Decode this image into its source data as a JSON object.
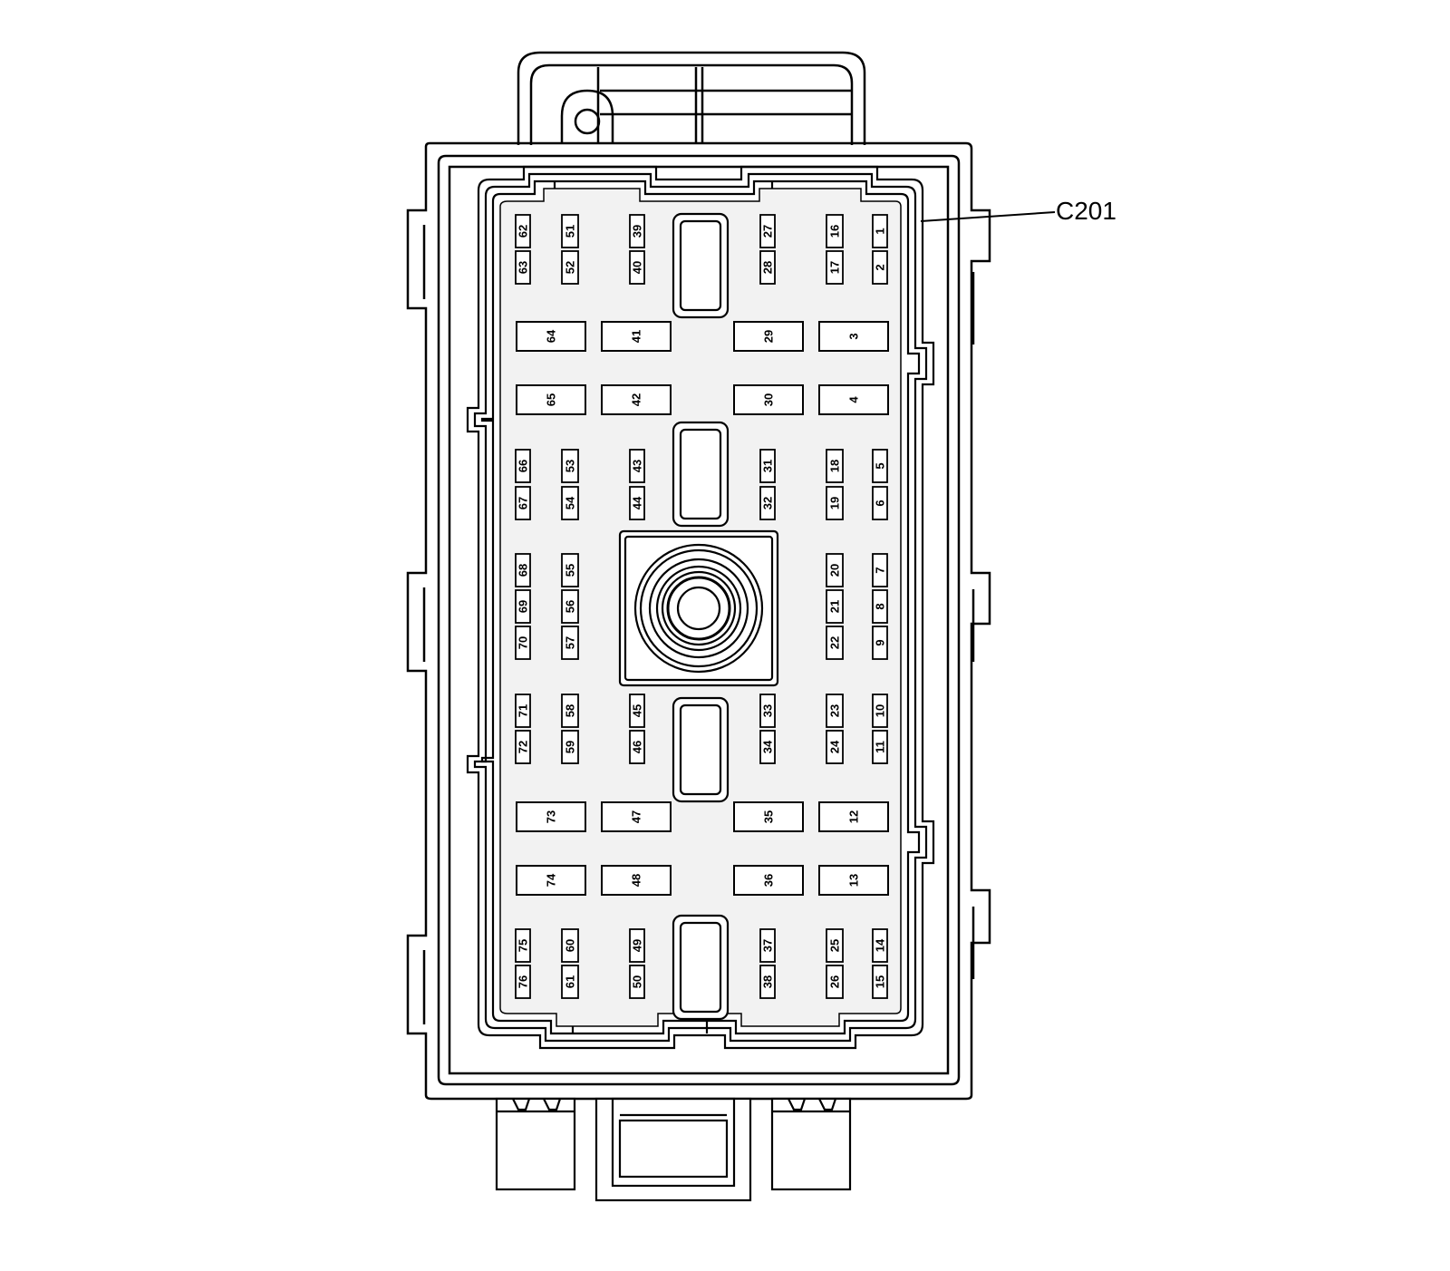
{
  "connector": {
    "callout_label": "C201"
  },
  "terminals_small": [
    {
      "label": "62",
      "col": 0,
      "row": 0
    },
    {
      "label": "63",
      "col": 0,
      "row": 1
    },
    {
      "label": "51",
      "col": 1,
      "row": 0
    },
    {
      "label": "52",
      "col": 1,
      "row": 1
    },
    {
      "label": "39",
      "col": 2,
      "row": 0
    },
    {
      "label": "40",
      "col": 2,
      "row": 1
    },
    {
      "label": "27",
      "col": 3,
      "row": 0
    },
    {
      "label": "28",
      "col": 3,
      "row": 1
    },
    {
      "label": "16",
      "col": 4,
      "row": 0
    },
    {
      "label": "17",
      "col": 4,
      "row": 1
    },
    {
      "label": "1",
      "col": 5,
      "row": 0
    },
    {
      "label": "2",
      "col": 5,
      "row": 1
    },
    {
      "label": "66",
      "col": 0,
      "row": 2
    },
    {
      "label": "67",
      "col": 0,
      "row": 3
    },
    {
      "label": "53",
      "col": 1,
      "row": 2
    },
    {
      "label": "54",
      "col": 1,
      "row": 3
    },
    {
      "label": "43",
      "col": 2,
      "row": 2
    },
    {
      "label": "44",
      "col": 2,
      "row": 3
    },
    {
      "label": "31",
      "col": 3,
      "row": 2
    },
    {
      "label": "32",
      "col": 3,
      "row": 3
    },
    {
      "label": "18",
      "col": 4,
      "row": 2
    },
    {
      "label": "19",
      "col": 4,
      "row": 3
    },
    {
      "label": "5",
      "col": 5,
      "row": 2
    },
    {
      "label": "6",
      "col": 5,
      "row": 3
    },
    {
      "label": "68",
      "col": 0,
      "row": 4
    },
    {
      "label": "69",
      "col": 0,
      "row": 5
    },
    {
      "label": "70",
      "col": 0,
      "row": 6
    },
    {
      "label": "55",
      "col": 1,
      "row": 4
    },
    {
      "label": "56",
      "col": 1,
      "row": 5
    },
    {
      "label": "57",
      "col": 1,
      "row": 6
    },
    {
      "label": "20",
      "col": 4,
      "row": 4
    },
    {
      "label": "21",
      "col": 4,
      "row": 5
    },
    {
      "label": "22",
      "col": 4,
      "row": 6
    },
    {
      "label": "7",
      "col": 5,
      "row": 4
    },
    {
      "label": "8",
      "col": 5,
      "row": 5
    },
    {
      "label": "9",
      "col": 5,
      "row": 6
    },
    {
      "label": "71",
      "col": 0,
      "row": 7
    },
    {
      "label": "72",
      "col": 0,
      "row": 8
    },
    {
      "label": "58",
      "col": 1,
      "row": 7
    },
    {
      "label": "59",
      "col": 1,
      "row": 8
    },
    {
      "label": "45",
      "col": 2,
      "row": 7
    },
    {
      "label": "46",
      "col": 2,
      "row": 8
    },
    {
      "label": "33",
      "col": 3,
      "row": 7
    },
    {
      "label": "34",
      "col": 3,
      "row": 8
    },
    {
      "label": "23",
      "col": 4,
      "row": 7
    },
    {
      "label": "24",
      "col": 4,
      "row": 8
    },
    {
      "label": "10",
      "col": 5,
      "row": 7
    },
    {
      "label": "11",
      "col": 5,
      "row": 8
    },
    {
      "label": "75",
      "col": 0,
      "row": 9
    },
    {
      "label": "76",
      "col": 0,
      "row": 10
    },
    {
      "label": "60",
      "col": 1,
      "row": 9
    },
    {
      "label": "61",
      "col": 1,
      "row": 10
    },
    {
      "label": "49",
      "col": 2,
      "row": 9
    },
    {
      "label": "50",
      "col": 2,
      "row": 10
    },
    {
      "label": "37",
      "col": 3,
      "row": 9
    },
    {
      "label": "38",
      "col": 3,
      "row": 10
    },
    {
      "label": "25",
      "col": 4,
      "row": 9
    },
    {
      "label": "26",
      "col": 4,
      "row": 10
    },
    {
      "label": "14",
      "col": 5,
      "row": 9
    },
    {
      "label": "15",
      "col": 5,
      "row": 10
    }
  ],
  "terminals_large": [
    {
      "label": "64",
      "col": 0,
      "row": 0
    },
    {
      "label": "41",
      "col": 1,
      "row": 0
    },
    {
      "label": "29",
      "col": 2,
      "row": 0
    },
    {
      "label": "3",
      "col": 3,
      "row": 0
    },
    {
      "label": "65",
      "col": 0,
      "row": 1
    },
    {
      "label": "42",
      "col": 1,
      "row": 1
    },
    {
      "label": "30",
      "col": 2,
      "row": 1
    },
    {
      "label": "4",
      "col": 3,
      "row": 1
    },
    {
      "label": "73",
      "col": 0,
      "row": 2
    },
    {
      "label": "47",
      "col": 1,
      "row": 2
    },
    {
      "label": "35",
      "col": 2,
      "row": 2
    },
    {
      "label": "12",
      "col": 3,
      "row": 2
    },
    {
      "label": "74",
      "col": 0,
      "row": 3
    },
    {
      "label": "48",
      "col": 1,
      "row": 3
    },
    {
      "label": "36",
      "col": 2,
      "row": 3
    },
    {
      "label": "13",
      "col": 3,
      "row": 3
    }
  ]
}
